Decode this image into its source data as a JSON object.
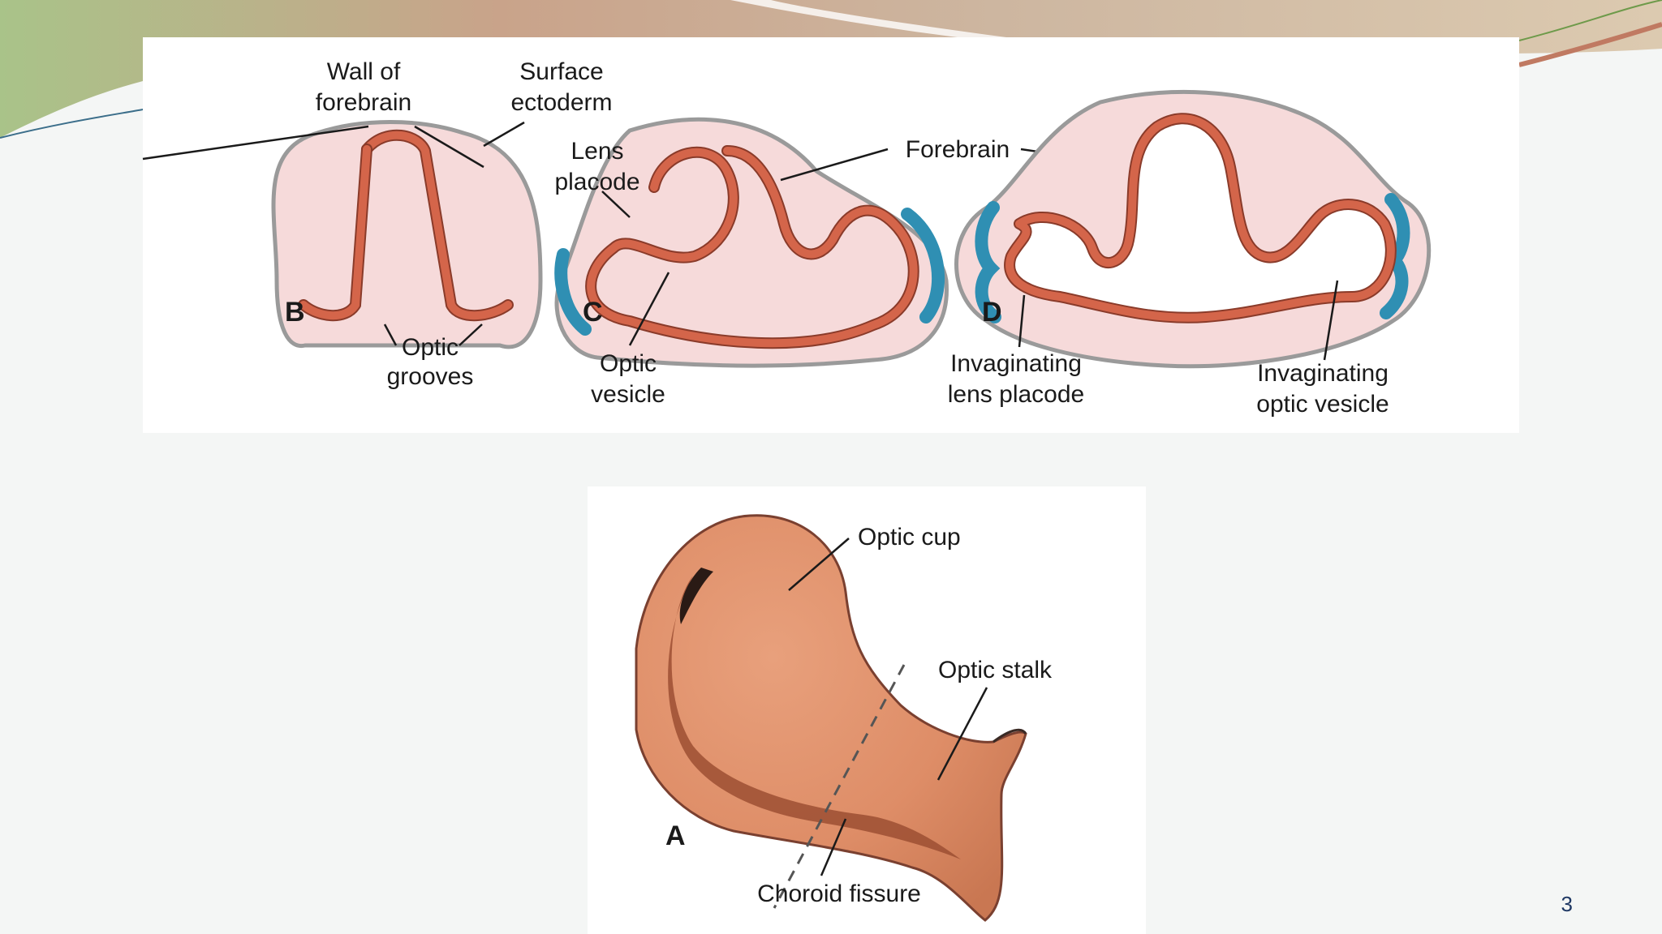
{
  "slide": {
    "page_number": "3",
    "colors": {
      "background": "#f4f6f5",
      "neural_wall": "#d4654a",
      "mesenchyme": "#f6dada",
      "ectoderm": "#9a9a9a",
      "lens_placode": "#2f8fb3",
      "optic_cup": "#e0916c"
    }
  },
  "figure_top": {
    "panels": [
      {
        "letter": "B",
        "labels": [
          {
            "line1": "Wall of",
            "line2": "forebrain"
          },
          {
            "line1": "Surface",
            "line2": "ectoderm"
          },
          {
            "line1": "Optic",
            "line2": "grooves"
          }
        ]
      },
      {
        "letter": "C",
        "labels": [
          {
            "line1": "Lens",
            "line2": "placode"
          },
          {
            "line1": "Optic",
            "line2": "vesicle"
          }
        ]
      },
      {
        "letter": "D",
        "labels": [
          {
            "line1": "Invaginating",
            "line2": "lens placode"
          },
          {
            "line1": "Invaginating",
            "line2": "optic vesicle"
          }
        ]
      }
    ],
    "shared_label": "Forebrain"
  },
  "figure_bottom": {
    "letter": "A",
    "labels": {
      "optic_cup": "Optic cup",
      "optic_stalk": "Optic stalk",
      "choroid_fissure": "Choroid fissure"
    }
  }
}
